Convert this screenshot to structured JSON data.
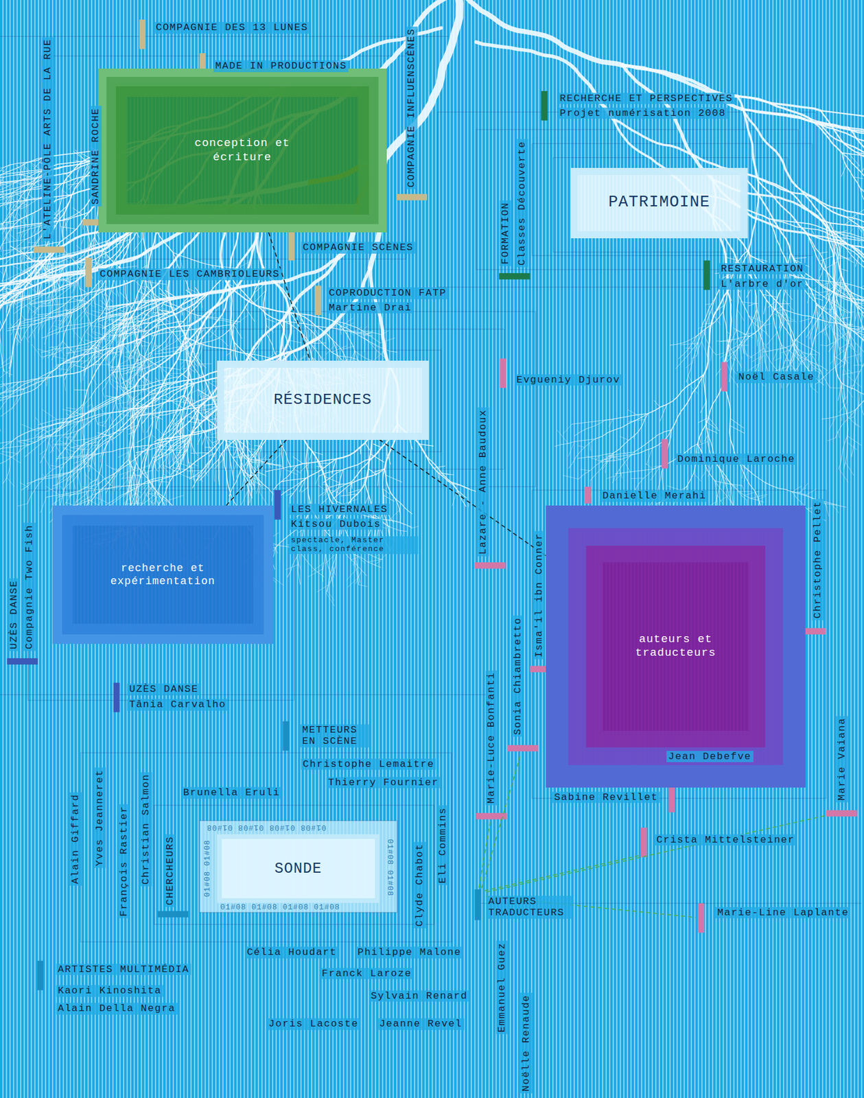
{
  "diagram": {
    "nodes": [
      {
        "text": [
          "conception et écriture"
        ]
      },
      {
        "text": [
          "PATRIMOINE"
        ]
      },
      {
        "text": [
          "RÉSIDENCES"
        ]
      },
      {
        "text": [
          "recherche et expérimentation"
        ]
      },
      {
        "text": [
          "auteurs et traducteurs"
        ]
      },
      {
        "text": [
          "SONDE"
        ]
      }
    ],
    "edges": [
      {
        "from": 0,
        "to": 2,
        "arrow": "none"
      },
      {
        "from": 2,
        "to": 3,
        "arrow": "none"
      },
      {
        "from": 2,
        "to": 4,
        "arrow": "none"
      }
    ],
    "labels": [
      "COMPAGNIE DES 13 LUNES",
      "MADE IN PRODUCTIONS",
      "L'ATELINE-PÔLE ARTS DE LA RUE",
      "SANDRINE ROCHE",
      "COMPAGNIE INFLUENSCÈNES",
      "COMPAGNIE SCÈNES",
      "COMPAGNIE LES CAMBRIOLEURS",
      "COPRODUCTION FATP",
      "Martine Drai",
      "RECHERCHE ET PERSPECTIVES",
      "Projet numérisation 2008",
      "FORMATION",
      "Classes Découverte",
      "RESTAURATION",
      "L'arbre d'or",
      "Evgueniy Djurov",
      "Noël Casale",
      "Dominique Laroche",
      "Danielle Merahi",
      "Lazare - Anne Baudoux",
      "Christophe Pellet",
      "Isma'il ibn Conner",
      "Sonia Chiambretto",
      "Marie-Luce Bonfanti",
      "Jean Debefve",
      "Sabine Revillet",
      "Marie Vaiana",
      "Crista Mittelsteiner",
      "Marie-Line Laplante",
      "AUTEURS TRADUCTEURS",
      "Emmanuel Guez",
      "Noëlle Renaude",
      "LES HIVERNALES",
      "Kitsou Dubois",
      "spectacle, Master class, conférence",
      "UZÈS DANSE",
      "Compagnie Two Fish",
      "UZÈS DANSE",
      "Tânia Carvalho",
      "METTEURS EN SCÈNE",
      "Christophe Lemaitre",
      "Thierry Fournier",
      "Brunella Eruli",
      "Alain Giffard",
      "Yves Jeanneret",
      "François Rastier",
      "Christian Salmon",
      "CHERCHEURS",
      "Clyde Chabot",
      "Eli Commins",
      "ARTISTES MULTIMÉDIA",
      "Kaori Kinoshita",
      "Alain Della Negra",
      "Célia Houdart",
      "Philippe Malone",
      "Franck Laroze",
      "Sylvain Renard",
      "Joris Lacoste",
      "Jeanne Revel",
      "01#08 01#08 01#08 01#08",
      "01#08 01#08 01#08 01#08",
      "01#08 01#08",
      "01#08 01#08"
    ]
  }
}
